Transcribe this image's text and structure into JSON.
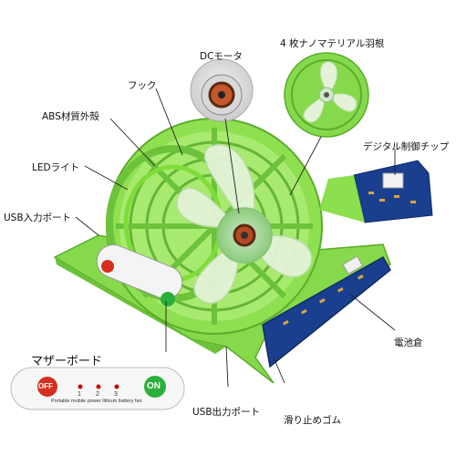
{
  "labels": {
    "dc_motor": "DCモータ",
    "blades": "4 枚ナノマテリアル羽根",
    "hook": "フック",
    "abs_shell": "ABS材質外殻",
    "led_light": "LEDライト",
    "usb_input": "USB入力ポート",
    "digital_chip": "デジタル制御チップ",
    "battery": "電池倉",
    "motherboard": "マザーボード",
    "usb_output": "USB出力ポート",
    "non_slip": "滑り止めゴム"
  },
  "board": {
    "off_label": "OFF",
    "on_label": "ON",
    "speeds": [
      "1",
      "2",
      "3"
    ],
    "caption": "Portable mobile power lithium battery fan"
  },
  "colors": {
    "fan_green": "#7fdc3a",
    "fan_dark": "#4fae22",
    "pcb_blue": "#1a3f8f",
    "off_red": "#d62d1f",
    "on_green": "#2bb03b"
  }
}
